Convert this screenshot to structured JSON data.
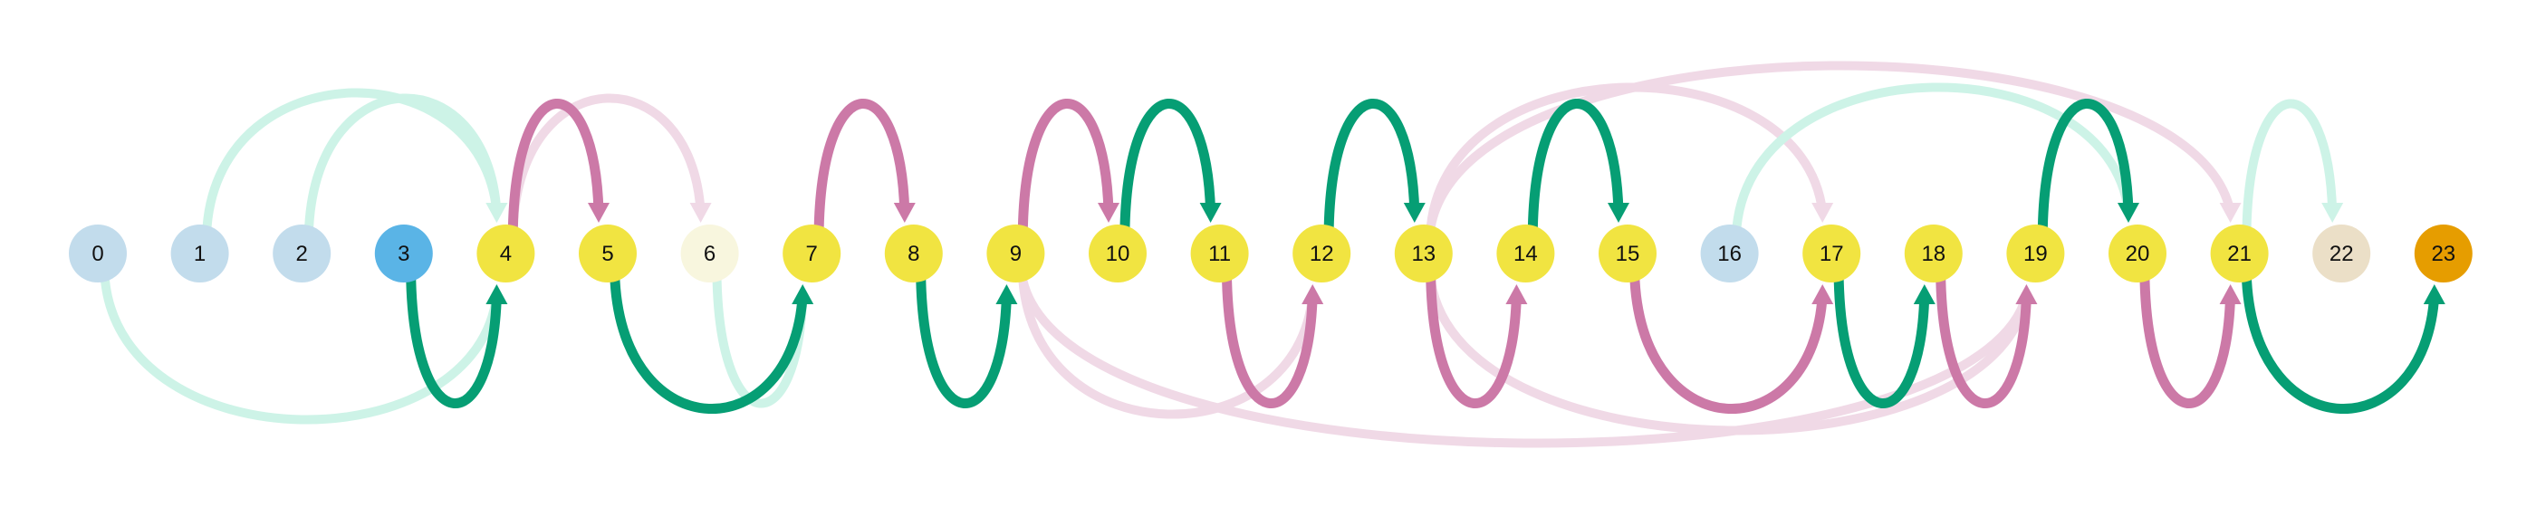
{
  "diagram": {
    "edge_colors": {
      "green": "#069e74",
      "light_green": "#cdf3e7",
      "pink": "#cc79a7",
      "light_pink": "#f0d9e6"
    },
    "nodes": [
      {
        "id": "0",
        "label": "0",
        "color": "#c2dcec"
      },
      {
        "id": "1",
        "label": "1",
        "color": "#c2dcec"
      },
      {
        "id": "2",
        "label": "2",
        "color": "#c2dcec"
      },
      {
        "id": "3",
        "label": "3",
        "color": "#5ab4e6"
      },
      {
        "id": "4",
        "label": "4",
        "color": "#f1e441"
      },
      {
        "id": "5",
        "label": "5",
        "color": "#f1e441"
      },
      {
        "id": "6",
        "label": "6",
        "color": "#f8f6de"
      },
      {
        "id": "7",
        "label": "7",
        "color": "#f1e441"
      },
      {
        "id": "8",
        "label": "8",
        "color": "#f1e441"
      },
      {
        "id": "9",
        "label": "9",
        "color": "#f1e441"
      },
      {
        "id": "10",
        "label": "10",
        "color": "#f1e441"
      },
      {
        "id": "11",
        "label": "11",
        "color": "#f1e441"
      },
      {
        "id": "12",
        "label": "12",
        "color": "#f1e441"
      },
      {
        "id": "13",
        "label": "13",
        "color": "#f1e441"
      },
      {
        "id": "14",
        "label": "14",
        "color": "#f1e441"
      },
      {
        "id": "15",
        "label": "15",
        "color": "#f1e441"
      },
      {
        "id": "16",
        "label": "16",
        "color": "#c2dcec"
      },
      {
        "id": "17",
        "label": "17",
        "color": "#f1e441"
      },
      {
        "id": "18",
        "label": "18",
        "color": "#f1e441"
      },
      {
        "id": "19",
        "label": "19",
        "color": "#f1e441"
      },
      {
        "id": "20",
        "label": "20",
        "color": "#f1e441"
      },
      {
        "id": "21",
        "label": "21",
        "color": "#f1e441"
      },
      {
        "id": "22",
        "label": "22",
        "color": "#ebdfc7"
      },
      {
        "id": "23",
        "label": "23",
        "color": "#e69d00"
      }
    ],
    "edges": [
      {
        "from": 0,
        "to": 4,
        "side": "below",
        "color": "light_green"
      },
      {
        "from": 1,
        "to": 4,
        "side": "above",
        "color": "light_green"
      },
      {
        "from": 2,
        "to": 4,
        "side": "above",
        "color": "light_green"
      },
      {
        "from": 3,
        "to": 4,
        "side": "below",
        "color": "green"
      },
      {
        "from": 4,
        "to": 5,
        "side": "above",
        "color": "pink"
      },
      {
        "from": 4,
        "to": 6,
        "side": "above",
        "color": "light_pink"
      },
      {
        "from": 5,
        "to": 7,
        "side": "below",
        "color": "green"
      },
      {
        "from": 6,
        "to": 7,
        "side": "below",
        "color": "light_green"
      },
      {
        "from": 7,
        "to": 8,
        "side": "above",
        "color": "pink"
      },
      {
        "from": 8,
        "to": 9,
        "side": "below",
        "color": "green"
      },
      {
        "from": 9,
        "to": 10,
        "side": "above",
        "color": "pink"
      },
      {
        "from": 10,
        "to": 11,
        "side": "above",
        "color": "green"
      },
      {
        "from": 9,
        "to": 19,
        "side": "below",
        "color": "light_pink"
      },
      {
        "from": 11,
        "to": 12,
        "side": "below",
        "color": "pink"
      },
      {
        "from": 12,
        "to": 13,
        "side": "above",
        "color": "green"
      },
      {
        "from": 13,
        "to": 14,
        "side": "below",
        "color": "pink"
      },
      {
        "from": 14,
        "to": 15,
        "side": "above",
        "color": "green"
      },
      {
        "from": 13,
        "to": 17,
        "side": "above",
        "color": "light_pink"
      },
      {
        "from": 13,
        "to": 21,
        "side": "above",
        "color": "light_pink"
      },
      {
        "from": 13,
        "to": 19,
        "side": "below",
        "color": "light_pink"
      },
      {
        "from": 9,
        "to": 12,
        "side": "below",
        "color": "light_pink"
      },
      {
        "from": 15,
        "to": 17,
        "side": "below",
        "color": "pink"
      },
      {
        "from": 16,
        "to": 20,
        "side": "above",
        "color": "light_green"
      },
      {
        "from": 17,
        "to": 18,
        "side": "below",
        "color": "green"
      },
      {
        "from": 18,
        "to": 19,
        "side": "below",
        "color": "pink"
      },
      {
        "from": 19,
        "to": 20,
        "side": "above",
        "color": "green"
      },
      {
        "from": 20,
        "to": 21,
        "side": "below",
        "color": "pink"
      },
      {
        "from": 21,
        "to": 22,
        "side": "above",
        "color": "light_green"
      },
      {
        "from": 21,
        "to": 23,
        "side": "below",
        "color": "green"
      }
    ]
  }
}
